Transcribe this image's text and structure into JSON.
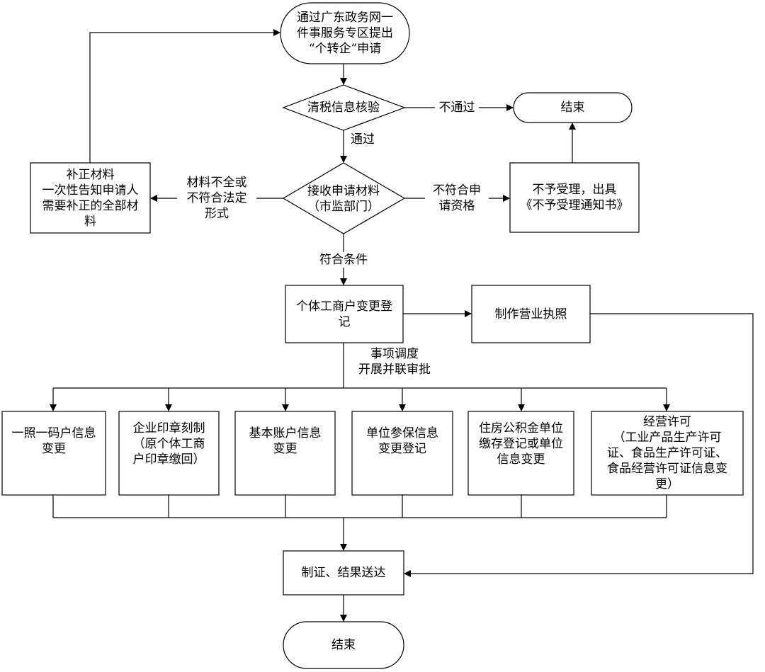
{
  "nodes": {
    "start": "通过广东政务网一\n件事服务专区提出\n“个转企”申请",
    "tax_check": "清税信息核验",
    "end_top": "结束",
    "supplement": "补正材料\n一次性告知申请人\n需要补正的全部材\n料",
    "receive": "接收申请材料\n（市监部门）",
    "reject": "不予受理，出具\n《不予受理通知书》",
    "registration": "个体工商户变更登\n记",
    "license": "制作营业执照",
    "sub_1": "一照一码户信息\n变更",
    "sub_2": "企业印章刻制\n（原个体工商\n户印章缴回）",
    "sub_3": "基本账户信息\n变更",
    "sub_4": "单位参保信息\n变更登记",
    "sub_5": "住房公积金单位\n缴存登记或单位\n信息变更",
    "sub_6": "经营许可\n（工业产品生产许可\n证、食品生产许可证、\n食品经营许可证信息变\n更）",
    "issue": "制证、结果送达",
    "end_bottom": "结束"
  },
  "labels": {
    "not_pass": "不通过",
    "pass": "通过",
    "incomplete": "材料不全或\n不符合法定\n形式",
    "ineligible": "不符合申\n请资格",
    "eligible": "符合条件",
    "dispatch": "事项调度\n开展并联审批"
  }
}
